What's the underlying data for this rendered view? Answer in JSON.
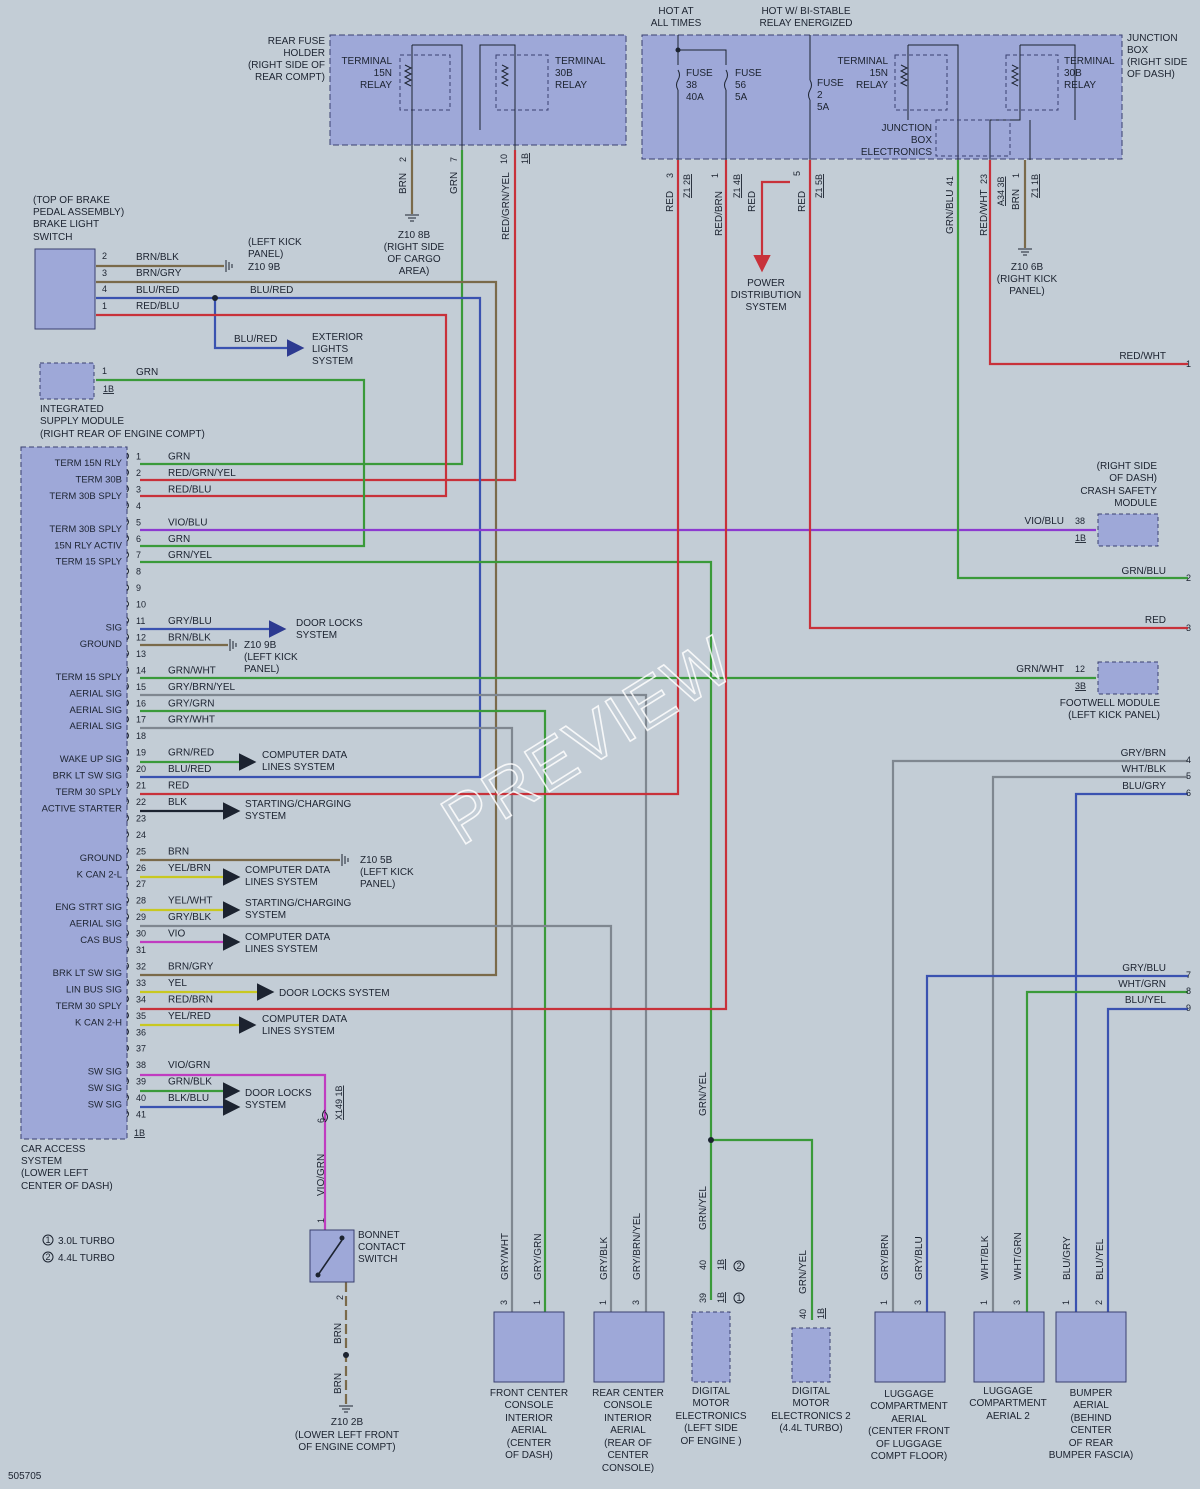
{
  "watermark": "PREVIEW",
  "diagram_id": "505705",
  "legend": [
    {
      "num": "1",
      "text": "3.0L TURBO"
    },
    {
      "num": "2",
      "text": "4.4L TURBO"
    }
  ],
  "header": {
    "hot_at_all_times": [
      "HOT AT",
      "ALL TIMES"
    ],
    "hot_bistable": [
      "HOT W/ BI-STABLE",
      "RELAY ENERGIZED"
    ]
  },
  "rear_fuse_holder": {
    "label": [
      "REAR FUSE",
      "HOLDER",
      "(RIGHT SIDE OF",
      "REAR COMPT)"
    ],
    "relay_15n": [
      "TERMINAL",
      "15N",
      "RELAY"
    ],
    "relay_30b": [
      "TERMINAL",
      "30B",
      "RELAY"
    ],
    "pins": [
      "2",
      "7",
      "10"
    ],
    "pin_conn": "1B",
    "wires": [
      "BRN",
      "GRN",
      "RED/GRN/YEL"
    ],
    "ground": [
      "Z10 8B",
      "(RIGHT SIDE",
      "OF CARGO",
      "AREA)"
    ]
  },
  "junction_box": {
    "label": [
      "JUNCTION",
      "BOX",
      "(RIGHT SIDE",
      "OF DASH)"
    ],
    "fuse38": [
      "FUSE",
      "38",
      "40A"
    ],
    "fuse56": [
      "FUSE",
      "56",
      "5A"
    ],
    "fuse2": [
      "FUSE",
      "2",
      "5A"
    ],
    "relay_15n": [
      "TERMINAL",
      "15N",
      "RELAY"
    ],
    "relay_30b": [
      "TERMINAL",
      "30B",
      "RELAY"
    ],
    "jbe": [
      "JUNCTION",
      "BOX",
      "ELECTRONICS"
    ],
    "pins": [
      {
        "pin": "3",
        "conn": "Z1 2B",
        "wire": "RED"
      },
      {
        "pin": "1",
        "conn": "Z1 4B",
        "wire": "RED/BRN"
      },
      {
        "pin": "5",
        "conn": "Z1 5B",
        "wire": "RED"
      },
      {
        "pin": "41",
        "conn": "",
        "wire": "GRN/BLU"
      },
      {
        "pin": "23",
        "conn": "A34 3B",
        "wire": "RED/WHT"
      },
      {
        "pin": "1",
        "conn": "Z1 1B",
        "wire": "BRN"
      }
    ],
    "red_branch": "RED",
    "power_dist": [
      "POWER",
      "DISTRIBUTION",
      "SYSTEM"
    ],
    "ground": [
      "Z10 6B",
      "(RIGHT KICK",
      "PANEL)"
    ]
  },
  "brake_switch": {
    "label": [
      "(TOP OF BRAKE",
      "PEDAL ASSEMBLY)",
      "BRAKE LIGHT",
      "SWITCH"
    ],
    "pins": [
      {
        "pin": "2",
        "wire": "BRN/BLK"
      },
      {
        "pin": "3",
        "wire": "BRN/GRY"
      },
      {
        "pin": "4",
        "wire": "BLU/RED"
      },
      {
        "pin": "1",
        "wire": "RED/BLU"
      }
    ],
    "ground": [
      "(LEFT KICK",
      "PANEL)",
      "Z10 9B"
    ],
    "wire_right": "BLU/RED",
    "ext_wire": "BLU/RED",
    "ext_lights": [
      "EXTERIOR",
      "LIGHTS",
      "SYSTEM"
    ]
  },
  "ism": {
    "label": [
      "INTEGRATED",
      "SUPPLY MODULE",
      "(RIGHT REAR OF ENGINE COMPT)"
    ],
    "pin": "1",
    "conn": "1B",
    "wire": "GRN"
  },
  "cas": {
    "label": [
      "CAR ACCESS",
      "SYSTEM",
      "(LOWER LEFT",
      "CENTER OF DASH)"
    ],
    "conn": "1B",
    "pins": [
      {
        "n": "1",
        "sig": "TERM 15N RLY",
        "wire": "GRN"
      },
      {
        "n": "2",
        "sig": "TERM 30B",
        "wire": "RED/GRN/YEL"
      },
      {
        "n": "3",
        "sig": "TERM 30B SPLY",
        "wire": "RED/BLU"
      },
      {
        "n": "4",
        "sig": "",
        "wire": ""
      },
      {
        "n": "5",
        "sig": "TERM 30B SPLY",
        "wire": "VIO/BLU"
      },
      {
        "n": "6",
        "sig": "15N RLY ACTIV",
        "wire": "GRN"
      },
      {
        "n": "7",
        "sig": "TERM 15 SPLY",
        "wire": "GRN/YEL"
      },
      {
        "n": "8",
        "sig": "",
        "wire": ""
      },
      {
        "n": "9",
        "sig": "",
        "wire": ""
      },
      {
        "n": "10",
        "sig": "",
        "wire": ""
      },
      {
        "n": "11",
        "sig": "SIG",
        "wire": "GRY/BLU"
      },
      {
        "n": "12",
        "sig": "GROUND",
        "wire": "BRN/BLK"
      },
      {
        "n": "13",
        "sig": "",
        "wire": ""
      },
      {
        "n": "14",
        "sig": "TERM 15 SPLY",
        "wire": "GRN/WHT"
      },
      {
        "n": "15",
        "sig": "AERIAL SIG",
        "wire": "GRY/BRN/YEL"
      },
      {
        "n": "16",
        "sig": "AERIAL SIG",
        "wire": "GRY/GRN"
      },
      {
        "n": "17",
        "sig": "AERIAL SIG",
        "wire": "GRY/WHT"
      },
      {
        "n": "18",
        "sig": "",
        "wire": ""
      },
      {
        "n": "19",
        "sig": "WAKE UP SIG",
        "wire": "GRN/RED"
      },
      {
        "n": "20",
        "sig": "BRK LT SW SIG",
        "wire": "BLU/RED"
      },
      {
        "n": "21",
        "sig": "TERM 30 SPLY",
        "wire": "RED"
      },
      {
        "n": "22",
        "sig": "ACTIVE STARTER",
        "wire": "BLK"
      },
      {
        "n": "23",
        "sig": "",
        "wire": ""
      },
      {
        "n": "24",
        "sig": "",
        "wire": ""
      },
      {
        "n": "25",
        "sig": "GROUND",
        "wire": "BRN"
      },
      {
        "n": "26",
        "sig": "K CAN 2-L",
        "wire": "YEL/BRN"
      },
      {
        "n": "27",
        "sig": "",
        "wire": ""
      },
      {
        "n": "28",
        "sig": "ENG STRT SIG",
        "wire": "YEL/WHT"
      },
      {
        "n": "29",
        "sig": "AERIAL SIG",
        "wire": "GRY/BLK"
      },
      {
        "n": "30",
        "sig": "CAS BUS",
        "wire": "VIO"
      },
      {
        "n": "31",
        "sig": "",
        "wire": ""
      },
      {
        "n": "32",
        "sig": "BRK LT SW SIG",
        "wire": "BRN/GRY"
      },
      {
        "n": "33",
        "sig": "LIN BUS SIG",
        "wire": "YEL"
      },
      {
        "n": "34",
        "sig": "TERM 30 SPLY",
        "wire": "RED/BRN"
      },
      {
        "n": "35",
        "sig": "K CAN 2-H",
        "wire": "YEL/RED"
      },
      {
        "n": "36",
        "sig": "",
        "wire": ""
      },
      {
        "n": "37",
        "sig": "",
        "wire": ""
      },
      {
        "n": "38",
        "sig": "SW SIG",
        "wire": "VIO/GRN"
      },
      {
        "n": "39",
        "sig": "SW SIG",
        "wire": "GRN/BLK"
      },
      {
        "n": "40",
        "sig": "SW SIG",
        "wire": "BLK/BLU"
      },
      {
        "n": "41",
        "sig": "",
        "wire": ""
      }
    ]
  },
  "destinations": {
    "door_locks": [
      "DOOR LOCKS",
      "SYSTEM"
    ],
    "door_locks_system": "DOOR LOCKS SYSTEM",
    "computer_data": [
      "COMPUTER DATA",
      "LINES SYSTEM"
    ],
    "starting_charging": [
      "STARTING/CHARGING",
      "SYSTEM"
    ],
    "ground12": [
      "Z10 9B",
      "(LEFT KICK",
      "PANEL)"
    ],
    "ground25": [
      "Z10 5B",
      "(LEFT KICK",
      "PANEL)"
    ]
  },
  "crash_module": {
    "label": [
      "(RIGHT SIDE",
      "OF DASH)",
      "CRASH SAFETY",
      "MODULE"
    ],
    "pin": "38",
    "conn": "1B",
    "wire": "VIO/BLU"
  },
  "footwell_module": {
    "label": [
      "FOOTWELL MODULE",
      "(LEFT KICK PANEL)"
    ],
    "pin": "12",
    "conn": "3B",
    "wire": "GRN/WHT"
  },
  "right_edge": [
    {
      "ref": "1",
      "wire": "RED/WHT"
    },
    {
      "ref": "2",
      "wire": "GRN/BLU"
    },
    {
      "ref": "3",
      "wire": "RED"
    },
    {
      "ref": "4",
      "wire": "GRY/BRN"
    },
    {
      "ref": "5",
      "wire": "WHT/BLK"
    },
    {
      "ref": "6",
      "wire": "BLU/GRY"
    },
    {
      "ref": "7",
      "wire": "GRY/BLU"
    },
    {
      "ref": "8",
      "wire": "WHT/GRN"
    },
    {
      "ref": "9",
      "wire": "BLU/YEL"
    }
  ],
  "bonnet": {
    "label": [
      "BONNET",
      "CONTACT",
      "SWITCH"
    ],
    "pin_top": "1",
    "pin_bot": "2",
    "conn_x": "X149 1B",
    "conn_pin": "6",
    "wire_top": "VIO/GRN",
    "wire_bot1": "BRN",
    "wire_bot2": "BRN",
    "ground": [
      "Z10 2B",
      "(LOWER LEFT FRONT",
      "OF ENGINE COMPT)"
    ]
  },
  "bottom_components": [
    {
      "label": [
        "FRONT CENTER",
        "CONSOLE",
        "INTERIOR",
        "AERIAL",
        "(CENTER",
        "OF DASH)"
      ],
      "wires": [
        "GRY/WHT",
        "GRY/GRN"
      ],
      "pins": [
        "3",
        "1"
      ]
    },
    {
      "label": [
        "REAR CENTER",
        "CONSOLE",
        "INTERIOR",
        "AERIAL",
        "(REAR OF",
        "CENTER",
        "CONSOLE)"
      ],
      "wires": [
        "GRY/BLK",
        "GRY/BRN/YEL"
      ],
      "pins": [
        "1",
        "3"
      ]
    },
    {
      "label": [
        "DIGITAL",
        "MOTOR",
        "ELECTRONICS",
        "(LEFT SIDE",
        "OF ENGINE )"
      ],
      "wires": [
        "GRN/YEL"
      ],
      "pins": [
        "39",
        "40"
      ],
      "conn": "1B"
    },
    {
      "label": [
        "DIGITAL",
        "MOTOR",
        "ELECTRONICS 2",
        "(4.4L TURBO)"
      ],
      "wires": [
        "GRN/YEL"
      ],
      "pins": [
        "40"
      ],
      "conn": "1B"
    },
    {
      "label": [
        "LUGGAGE",
        "COMPARTMENT",
        "AERIAL",
        "(CENTER FRONT",
        "OF LUGGAGE",
        "COMPT FLOOR)"
      ],
      "wires": [
        "GRY/BRN",
        "GRY/BLU"
      ],
      "pins": [
        "1",
        "3"
      ]
    },
    {
      "label": [
        "LUGGAGE",
        "COMPARTMENT",
        "AERIAL 2"
      ],
      "wires": [
        "WHT/BLK",
        "WHT/GRN"
      ],
      "pins": [
        "1",
        "3"
      ]
    },
    {
      "label": [
        "BUMPER",
        "AERIAL",
        "(BEHIND",
        "CENTER",
        "OF REAR",
        "BUMPER FASCIA)"
      ],
      "wires": [
        "BLU/GRY",
        "BLU/YEL"
      ],
      "pins": [
        "1",
        "2"
      ]
    }
  ],
  "dme_wire_mid": "GRN/YEL",
  "colors": {
    "background": "#c3cdd6",
    "component_fill": "#9ea8d8",
    "component_stroke": "#3a4070",
    "red": "#c8313a",
    "green": "#3a9a3a",
    "purple": "#8c3ad0",
    "magenta": "#c03cc0",
    "blue": "#3a52b0",
    "brown": "#7a6a4a",
    "grey": "#7f8790",
    "yellow": "#c8c820"
  }
}
